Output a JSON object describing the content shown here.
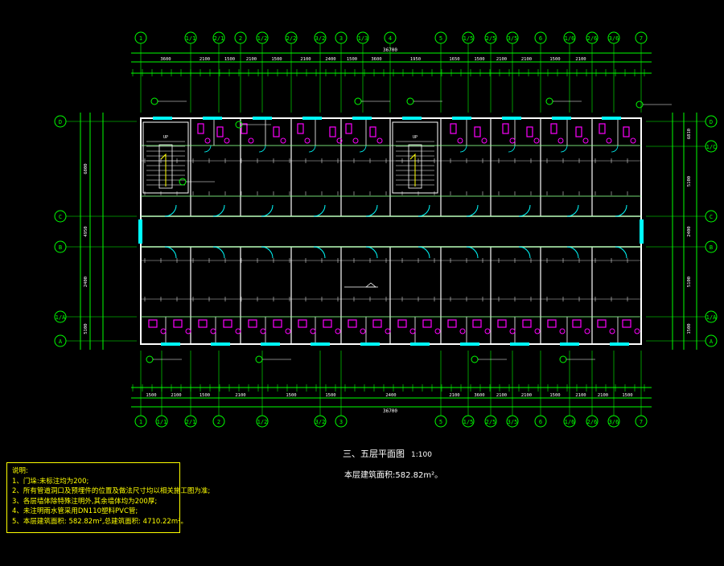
{
  "drawing": {
    "title": "三、五层平面图",
    "scale": "1:100",
    "area_label": "本层建筑面积:",
    "area_value": "582.82m²。",
    "stair_label": "UP",
    "top_axes": [
      "1",
      "1/1",
      "2/1",
      "2",
      "1/2",
      "2/2",
      "3/2",
      "3",
      "1/3",
      "4",
      "5",
      "1/5",
      "2/5",
      "3/5",
      "6",
      "1/6",
      "2/6",
      "3/6",
      "7"
    ],
    "bottom_axes": [
      "1",
      "1/1",
      "2/1",
      "2",
      "1/2",
      "3/2",
      "3",
      "5",
      "1/5",
      "2/5",
      "3/5",
      "6",
      "1/6",
      "2/6",
      "3/6",
      "7"
    ],
    "left_axes": [
      "D",
      "C",
      "B",
      "1/A",
      "A"
    ],
    "right_axes": [
      "D",
      "1/C",
      "C",
      "B",
      "1/A",
      "A"
    ],
    "overall_dim": "36700",
    "top_dims": [
      "3600",
      "2100",
      "1500",
      "2100",
      "1500",
      "2100",
      "2400",
      "1500",
      "3600",
      "1950",
      "1650",
      "1500",
      "2100",
      "2100",
      "1500",
      "2100"
    ],
    "bottom_dims": [
      "1500",
      "2100",
      "1500",
      "2100",
      "1500",
      "1500",
      "2400",
      "2100",
      "3600",
      "2100",
      "2100",
      "1500",
      "2100",
      "2100",
      "1500",
      "2100"
    ],
    "left_dims": [
      "6800",
      "4950",
      "2400",
      "5100",
      "1500"
    ],
    "right_dims": [
      "6810",
      "5100",
      "2400",
      "5100",
      "1500"
    ]
  },
  "notes": {
    "heading": "说明:",
    "items": [
      "1、门垛:未标注均为200;",
      "2、所有管道洞口及预埋件的位置及做法尺寸均以相关施工图为准;",
      "3、各层墙体除特殊注明外,其余墙体均为200厚;",
      "4、未注明雨水管采用DN110塑料PVC管;",
      "5、本层建筑面积: 582.82m²,总建筑面积: 4710.22m²。"
    ]
  },
  "colors": {
    "background": "#000000",
    "axis_lines": "#00ff00",
    "walls": "#ffffff",
    "fixtures": "#ff00ff",
    "doors": "#00ffff",
    "notes": "#ffff00"
  }
}
